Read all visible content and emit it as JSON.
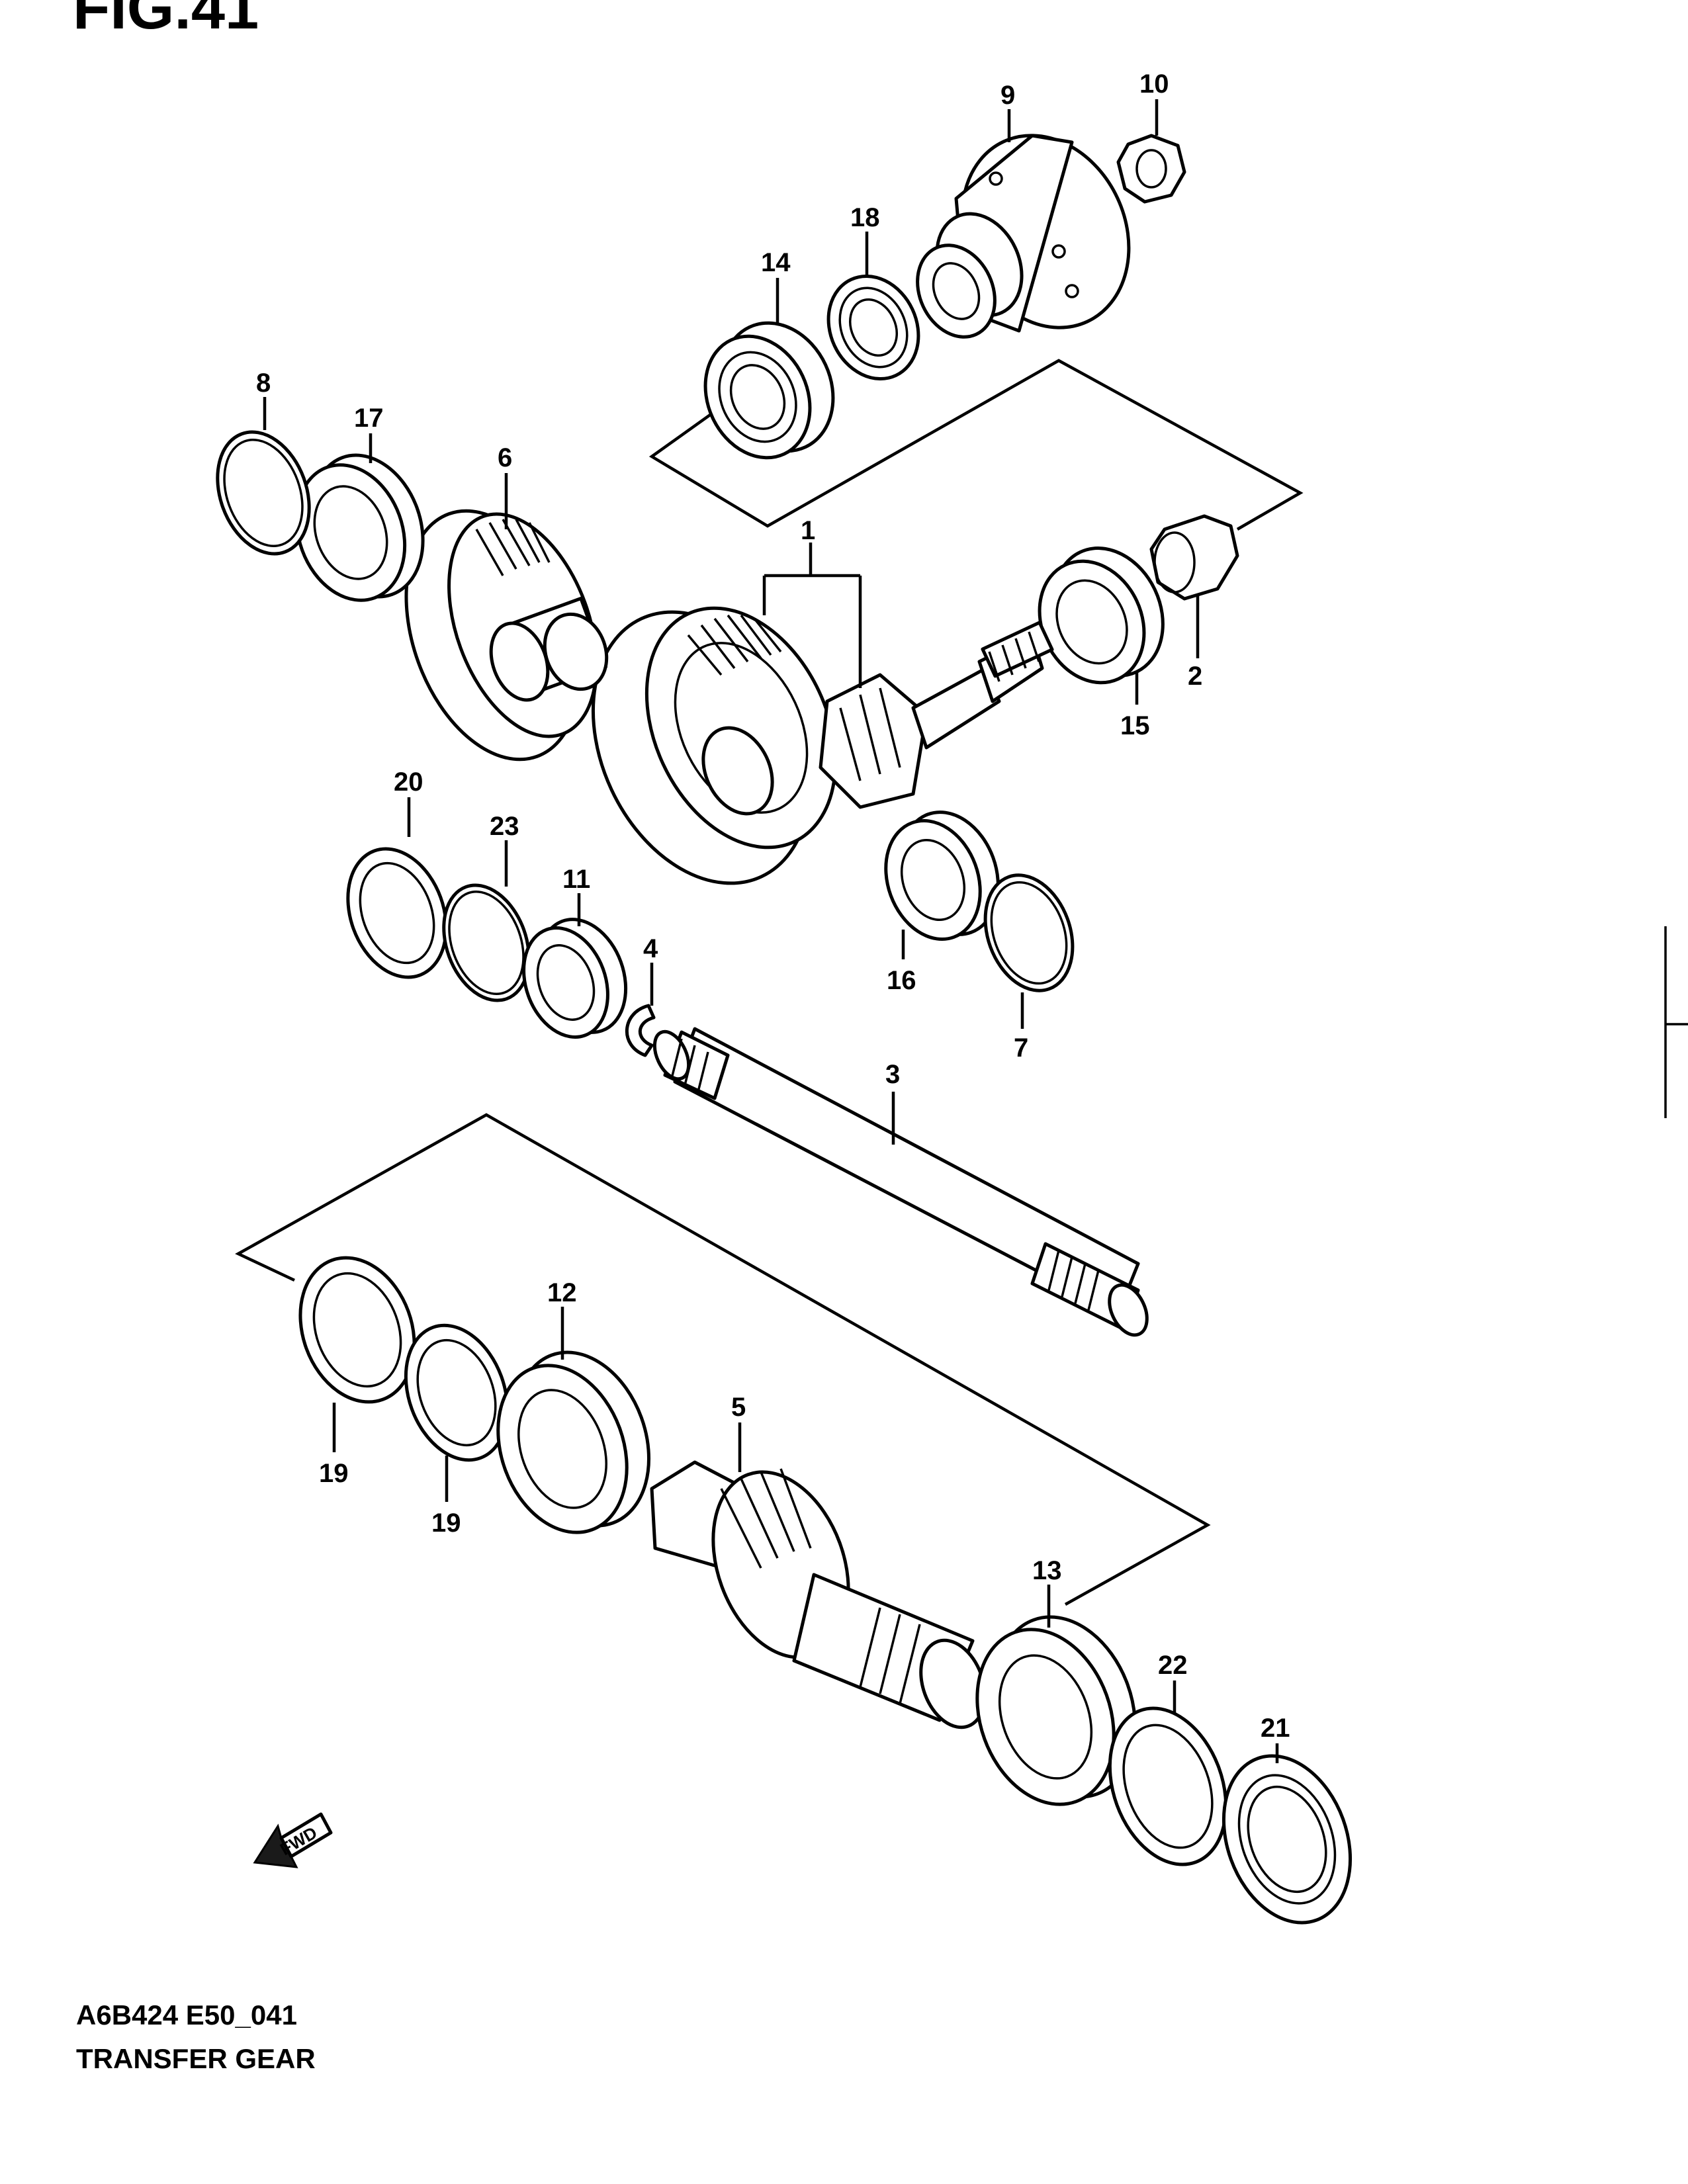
{
  "figure_title": "FIG.41",
  "diagram_code": "A6B424  E50_041",
  "diagram_title": "TRANSFER GEAR",
  "fwd_label": "FWD",
  "callouts": {
    "c1": "1",
    "c2": "2",
    "c3": "3",
    "c4": "4",
    "c5": "5",
    "c6": "6",
    "c7": "7",
    "c8": "8",
    "c9": "9",
    "c10": "10",
    "c11": "11",
    "c12": "12",
    "c13": "13",
    "c14": "14",
    "c15": "15",
    "c16": "16",
    "c17": "17",
    "c18": "18",
    "c19a": "19",
    "c19b": "19",
    "c20": "20",
    "c21": "21",
    "c22": "22",
    "c23": "23"
  }
}
